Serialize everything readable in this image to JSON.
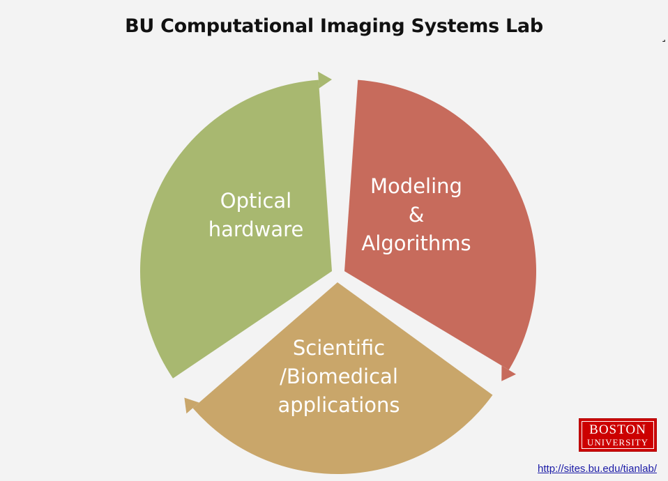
{
  "title": "BU Computational Imaging Systems Lab",
  "diagram": {
    "segments": [
      {
        "id": "optical-hardware",
        "lines": [
          "Optical",
          "hardware"
        ],
        "color": "#a8b870"
      },
      {
        "id": "modeling-algorithms",
        "lines": [
          "Modeling",
          "&",
          "Algorithms"
        ],
        "color": "#c76b5c"
      },
      {
        "id": "scientific-biomedical",
        "lines": [
          "Scientific",
          "/Biomedical",
          "applications"
        ],
        "color": "#c9a66a"
      }
    ]
  },
  "logo": {
    "line1": "BOSTON",
    "line2": "UNIVERSITY",
    "color": "#cc0000"
  },
  "link": {
    "text": "http://sites.bu.edu/tianlab/"
  },
  "edge_mark": "˼"
}
